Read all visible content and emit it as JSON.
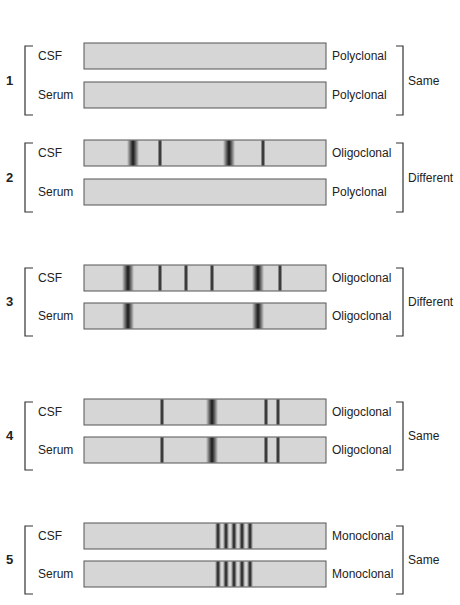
{
  "diagram": {
    "labels": [
      "1",
      "CSF",
      "Polyclonal",
      "Serum",
      "Polyclonal",
      "Same",
      "2",
      "CSF",
      "Oligoclonal",
      "Serum",
      "Polyclonal",
      "Different",
      "3",
      "CSF",
      "Oligoclonal",
      "Serum",
      "Oligoclonal",
      "Different",
      "4",
      "CSF",
      "Oligoclonal",
      "Serum",
      "Oligoclonal",
      "Same",
      "5",
      "CSF",
      "Monoclonal",
      "Serum",
      "Monoclonal",
      "Same"
    ]
  }
}
